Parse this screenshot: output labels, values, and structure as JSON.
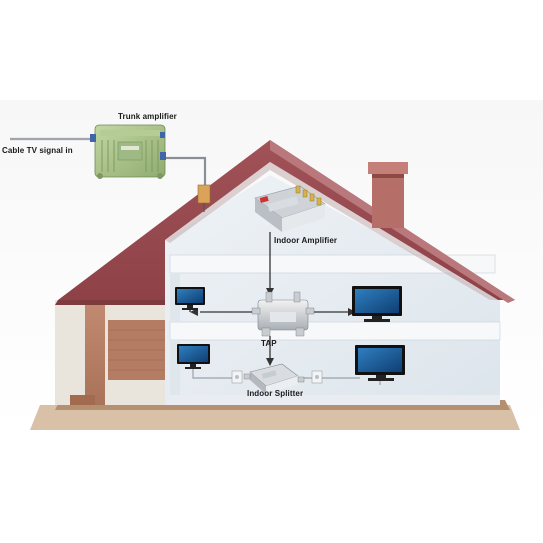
{
  "labels": {
    "trunk_amplifier": "Trunk amplifier",
    "cable_tv_signal_in": "Cable TV signal in",
    "indoor_amplifier": "Indoor Amplifier",
    "tap": "TAP",
    "indoor_splitter": "Indoor Splitter"
  },
  "colors": {
    "roof": "#9b4a4e",
    "roof_edge": "#b0777a",
    "interior": "#e6ecf2",
    "walls": "#f3f6f9",
    "porch_brick": "#b8826a",
    "floor": "#b59070",
    "amplifier_green": "#a9c28a",
    "cable": "#333333"
  },
  "icons": [
    "tv-icon",
    "trunk-amplifier-icon",
    "indoor-amplifier-icon",
    "tap-icon",
    "splitter-icon",
    "chimney",
    "wall-outlet-icon"
  ]
}
